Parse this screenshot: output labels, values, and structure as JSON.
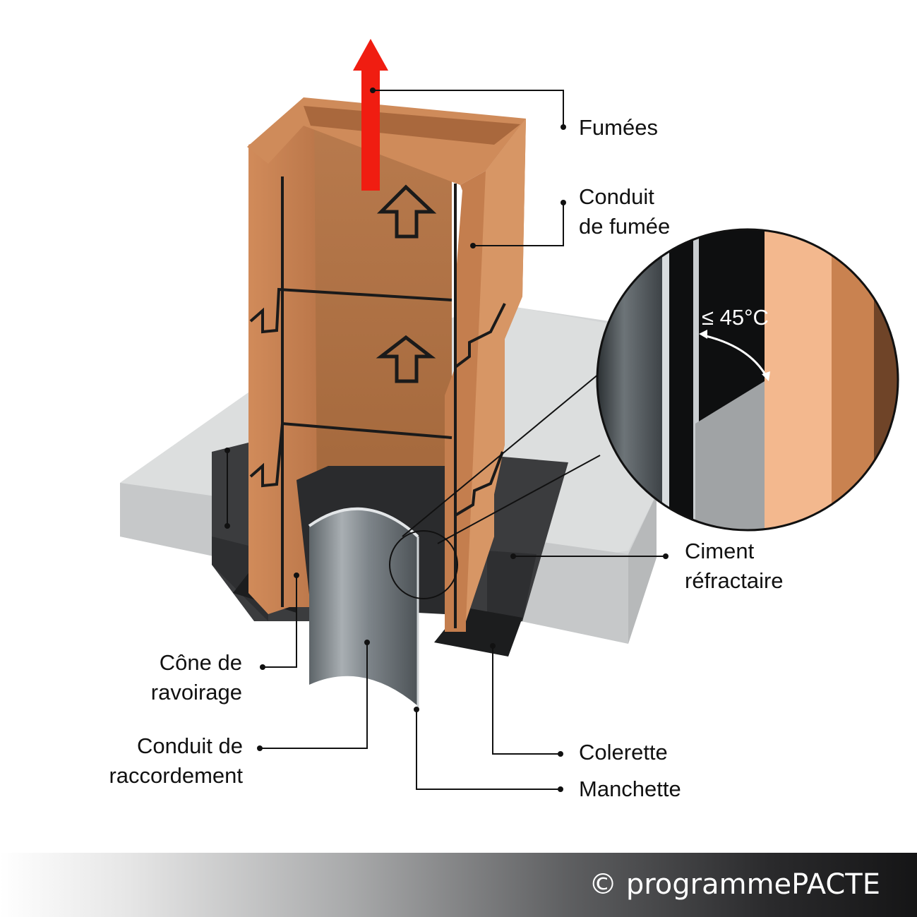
{
  "labels": {
    "fumees": "Fumées",
    "conduit_fumee": [
      "Conduit",
      "de fumée"
    ],
    "ciment": [
      "Ciment",
      "réfractaire"
    ],
    "cone": [
      "Cône de",
      "ravoirage"
    ],
    "raccordement": [
      "Conduit de",
      "raccordement"
    ],
    "colerette": "Colerette",
    "manchette": "Manchette"
  },
  "angle_label": "≤ 45°C",
  "copyright": "© programmePACTE",
  "colors": {
    "brick": "#c98250",
    "brick_dark": "#a8643a",
    "brick_light": "#f3b88e",
    "slab": "#dadcdc",
    "seal": "#3a3b3d",
    "pipe": "#8d9398",
    "arrow": "#f01d11"
  }
}
